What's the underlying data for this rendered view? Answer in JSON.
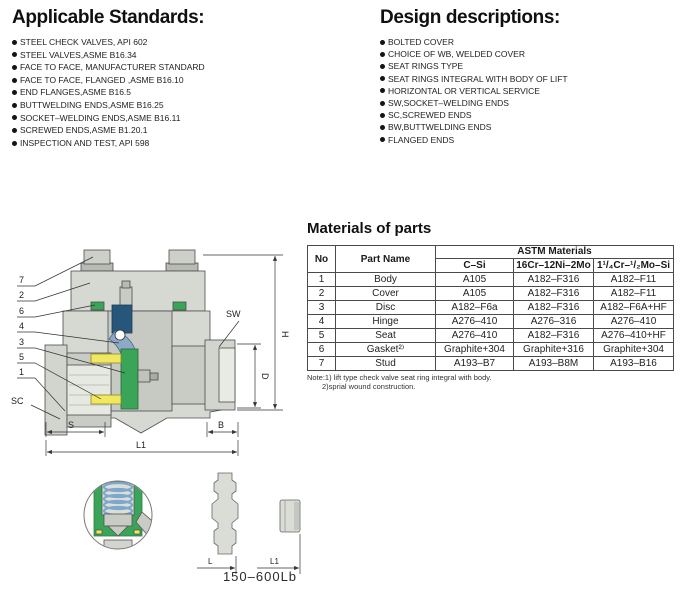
{
  "applicable_standards": {
    "title": "Applicable Standards:",
    "items": [
      "STEEL CHECK VALVES, API 602",
      "STEEL VALVES,ASME B16.34",
      "FACE TO FACE, MANUFACTURER STANDARD",
      "FACE TO FACE, FLANGED ,ASME B16.10",
      "END FLANGES,ASME B16.5",
      "BUTTWELDING ENDS,ASME B16.25",
      "SOCKET–WELDING ENDS,ASME B16.11",
      "SCREWED ENDS,ASME B1.20.1",
      "INSPECTION AND TEST, API 598"
    ]
  },
  "design_descriptions": {
    "title": "Design descriptions:",
    "items": [
      "BOLTED COVER",
      "CHOICE OF WB, WELDED COVER",
      "SEAT RINGS TYPE",
      "SEAT RINGS INTEGRAL WITH BODY OF LIFT",
      "HORIZONTAL OR VERTICAL SERVICE",
      "SW,SOCKET–WELDING ENDS",
      "SC,SCREWED ENDS",
      "BW,BUTTWELDING ENDS",
      "FLANGED ENDS"
    ]
  },
  "materials": {
    "title": "Materials of parts",
    "table": {
      "col_no": "No",
      "col_part": "Part Name",
      "col_astm": "ASTM Materials",
      "col_csi": "C–Si",
      "col_16cr": "16Cr–12Ni–2Mo",
      "col_114cr": "1¹/₄Cr–¹/₂Mo–Si",
      "rows": [
        {
          "no": "1",
          "part": "Body",
          "csi": "A105",
          "cr16": "A182–F316",
          "cr114": "A182–F11"
        },
        {
          "no": "2",
          "part": "Cover",
          "csi": "A105",
          "cr16": "A182–F316",
          "cr114": "A182–F11"
        },
        {
          "no": "3",
          "part": "Disc",
          "csi": "A182–F6a",
          "cr16": "A182–F316",
          "cr114": "A182–F6A+HF"
        },
        {
          "no": "4",
          "part": "Hinge",
          "csi": "A276–410",
          "cr16": "A276–316",
          "cr114": "A276–410"
        },
        {
          "no": "5",
          "part": "Seat",
          "csi": "A276–410",
          "cr16": "A182–F316",
          "cr114": "A276–410+HF"
        },
        {
          "no": "6",
          "part": "Gasket²⁾",
          "csi": "Graphite+304",
          "cr16": "Graphite+316",
          "cr114": "Graphite+304"
        },
        {
          "no": "7",
          "part": "Stud",
          "csi": "A193–B7",
          "cr16": "A193–B8M",
          "cr114": "A193–B16"
        }
      ]
    },
    "note_line1": "Note:1) lift type check valve seat ring integral with body.",
    "note_line2": "2)sprial wound construction."
  },
  "diagram": {
    "callouts": [
      "7",
      "2",
      "6",
      "4",
      "3",
      "5",
      "1"
    ],
    "labels": {
      "sc": "SC",
      "sw": "SW",
      "h": "H",
      "d": "D",
      "s": "S",
      "b": "B",
      "l1": "L1"
    },
    "bottom": {
      "l": "L",
      "l1": "L1"
    },
    "caption": "150–600Lb"
  },
  "colors": {
    "disc_green": "#3aa558",
    "gasket_green": "#3aa558",
    "hinge_blue": "#27567b",
    "arm_blue": "#8fa8c8",
    "seat_yellow": "#f0e85e",
    "spring_blue": "#7da7cc",
    "body_gray": "#d6d8d2"
  }
}
